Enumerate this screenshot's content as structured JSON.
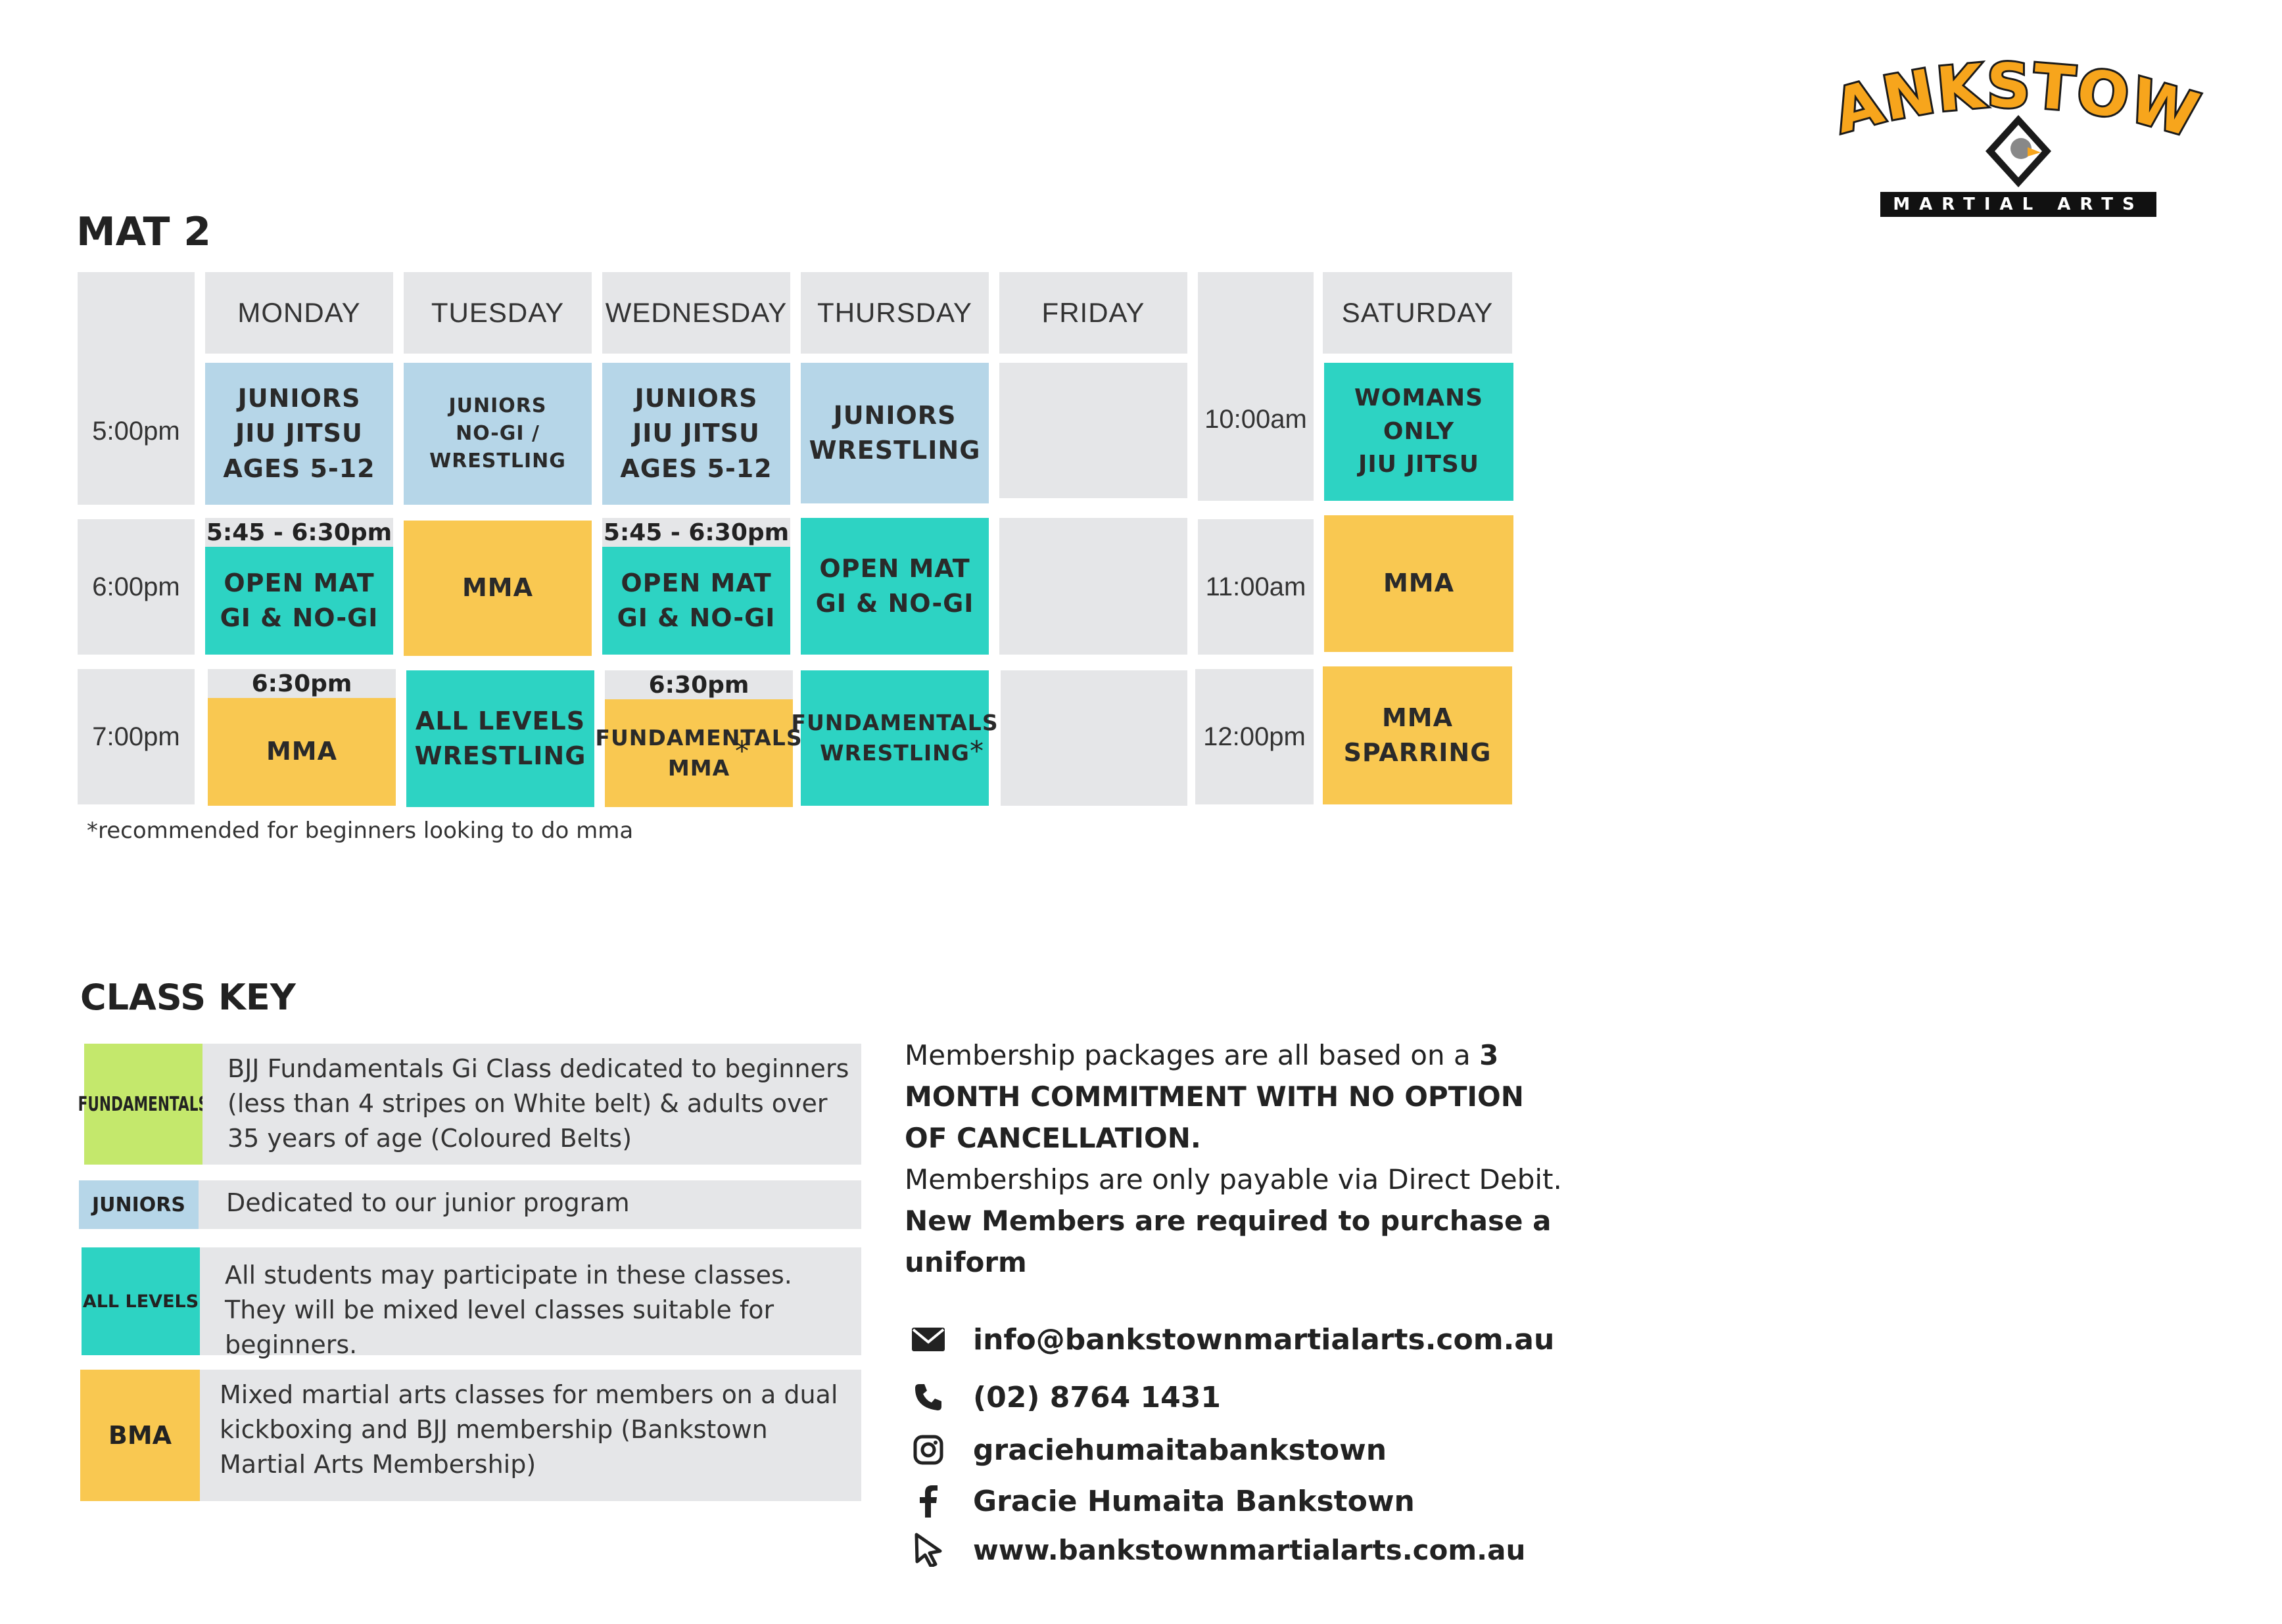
{
  "logo": {
    "name": "BANKSTOWN",
    "tagline": "MARTIAL ARTS"
  },
  "schedule_title": "MAT 2",
  "days": [
    "MONDAY",
    "TUESDAY",
    "WEDNESDAY",
    "THURSDAY",
    "FRIDAY",
    "SATURDAY"
  ],
  "weekday_times": [
    "5:00pm",
    "6:00pm",
    "7:00pm"
  ],
  "saturday_times": [
    "10:00am",
    "11:00am",
    "12:00pm"
  ],
  "classes": {
    "mon_5": "JUNIORS\nJIU JITSU\nAGES 5-12",
    "tue_5": "JUNIORS\nNO-GI / WRESTLING",
    "wed_5": "JUNIORS\nJIU JITSU\nAGES 5-12",
    "thu_5": "JUNIORS\nWRESTLING",
    "mon_6_time": "5:45 - 6:30pm",
    "mon_6": "OPEN MAT\nGI & NO-GI",
    "tue_6": "MMA",
    "wed_6_time": "5:45 - 6:30pm",
    "wed_6": "OPEN MAT\nGI & NO-GI",
    "thu_6": "OPEN MAT\nGI & NO-GI",
    "mon_7_time": "6:30pm",
    "mon_7": "MMA",
    "tue_7": "ALL LEVELS\nWRESTLING",
    "wed_7_time": "6:30pm",
    "wed_7": "FUNDAMENTALS\nMMA",
    "thu_7": "FUNDAMENTALS\nWRESTLING",
    "sat_10": "WOMANS\nONLY\nJIU JITSU",
    "sat_11": "MMA",
    "sat_12": "MMA\nSPARRING"
  },
  "asterisk": "*",
  "footnote": "*recommended for beginners looking to do mma",
  "class_key": {
    "title": "CLASS KEY",
    "items": [
      {
        "label": "FUNDAMENTALS",
        "color": "#c4e86c",
        "text": "BJJ Fundamentals Gi Class dedicated to beginners (less than 4 stripes on White belt) & adults over 35 years of age (Coloured Belts)"
      },
      {
        "label": "JUNIORS",
        "color": "#b6d6e8",
        "text": "Dedicated to our junior program"
      },
      {
        "label": "ALL LEVELS",
        "color": "#2dd3c3",
        "text": "All students may participate in these classes. They will be mixed level classes suitable for beginners."
      },
      {
        "label": "BMA",
        "color": "#f9c851",
        "text": "Mixed martial arts classes for members on a dual kickboxing and BJJ membership (Bankstown Martial Arts Membership)"
      }
    ]
  },
  "membership": {
    "line1": "Membership packages are all based on a ",
    "line1_bold": "3 MONTH COMMITMENT WITH NO OPTION OF CANCELLATION.",
    "line2": "Memberships are only payable via Direct Debit.",
    "line3_bold": "New Members are required to purchase a uniform"
  },
  "contacts": [
    {
      "icon": "mail-icon",
      "text": "info@bankstownmartialarts.com.au"
    },
    {
      "icon": "phone-icon",
      "text": "(02) 8764 1431"
    },
    {
      "icon": "instagram-icon",
      "text": "graciehumaitabankstown"
    },
    {
      "icon": "facebook-icon",
      "text": "Gracie Humaita Bankstown"
    },
    {
      "icon": "cursor-icon",
      "text": "www.bankstownmartialarts.com.au"
    }
  ],
  "colors": {
    "grey": "#e5e6e8",
    "blue": "#b6d6e8",
    "teal": "#2dd3c3",
    "yellow": "#f9c851",
    "fundamentals_green": "#c4e86c",
    "logo_orange": "#f7a51c"
  }
}
